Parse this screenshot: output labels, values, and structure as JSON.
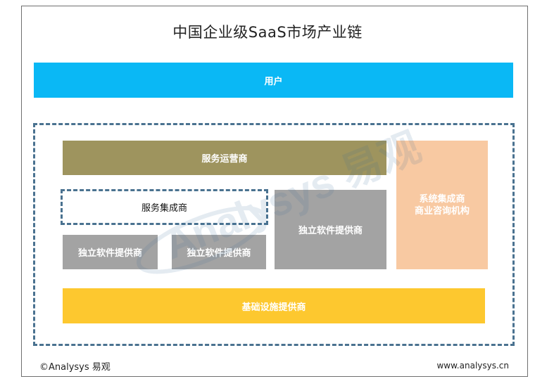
{
  "title": "中国企业级SaaS市场产业链",
  "layers": {
    "user": "用户",
    "service_operator": "服务运营商",
    "service_integrator": "服务集成商",
    "isv_small_1": "独立软件提供商",
    "isv_small_2": "独立软件提供商",
    "isv_big": "独立软件提供商",
    "system_integrator_line1": "系统集成商",
    "system_integrator_line2": "商业咨询机构",
    "infrastructure": "基础设施提供商"
  },
  "watermark": {
    "brand_text": "Analysys 易观"
  },
  "footer": {
    "copyright": "©Analysys 易观",
    "website": "www.analysys.cn"
  },
  "colors": {
    "user": "#0ab8f5",
    "service_operator": "#9e945e",
    "isv": "#a3a3a3",
    "system_integrator": "#f8c9a2",
    "infrastructure": "#fdc82f",
    "dashed_border": "#4a7290"
  }
}
